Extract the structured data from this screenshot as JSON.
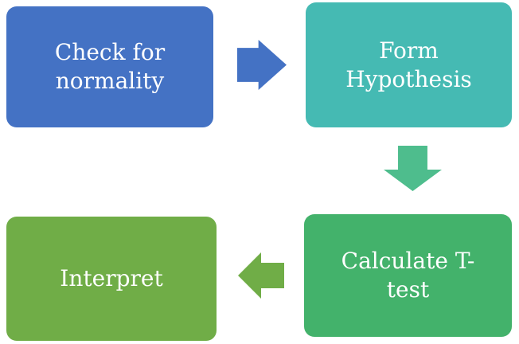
{
  "diagram": {
    "type": "flowchart",
    "background": "#FFFFFF",
    "text_color": "#FFFFFF",
    "nodes": [
      {
        "id": "check-normality",
        "label": "Check for normality",
        "lines": [
          "Check for",
          "normality"
        ],
        "color": "#4472C4"
      },
      {
        "id": "form-hypothesis",
        "label": "Form Hypothesis",
        "lines": [
          "Form",
          "Hypothesis"
        ],
        "color": "#45BAB3"
      },
      {
        "id": "calculate-t-test",
        "label": "Calculate T-test",
        "lines": [
          "Calculate T-",
          "test"
        ],
        "color": "#43B26B"
      },
      {
        "id": "interpret",
        "label": "Interpret",
        "lines": [
          "Interpret"
        ],
        "color": "#70AD47"
      }
    ],
    "arrows": [
      {
        "id": "arrow-right",
        "direction": "right",
        "from": "check-normality",
        "to": "form-hypothesis",
        "color": "#4472C4"
      },
      {
        "id": "arrow-down",
        "direction": "down",
        "from": "form-hypothesis",
        "to": "calculate-t-test",
        "color": "#4EBD8D"
      },
      {
        "id": "arrow-left",
        "direction": "left",
        "from": "calculate-t-test",
        "to": "interpret",
        "color": "#70AD47"
      }
    ]
  }
}
